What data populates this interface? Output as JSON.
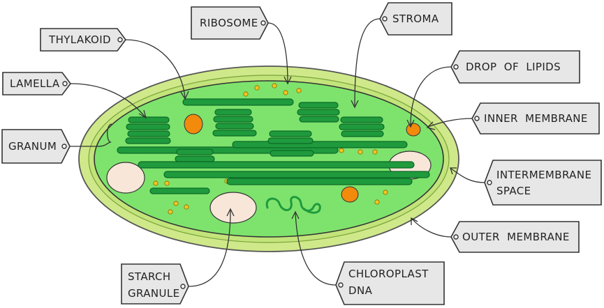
{
  "colors": {
    "outer_membrane": "#cfe98a",
    "inner_membrane": "#c7e67a",
    "stroma": "#7ee36d",
    "thylakoid": "#1f9a3d",
    "thylakoid_outline": "#0c6a26",
    "lipid_drop": "#f28a0c",
    "starch": "#f8e7d9",
    "ribosome": "#f2c522",
    "tag_fill": "#e7e7e7",
    "outline": "#333333"
  },
  "labels": {
    "ribosome": "RIBOSOME",
    "stroma": "STROMA",
    "thylakoid": "THYLAKOID",
    "lamella": "LAMELLA",
    "granum": "GRANUM",
    "drop_of_lipids": "DROP  OF  LIPIDS",
    "inner_membrane": "INNER  MEMBRANE",
    "intermembrane_line1": "INTERMEMBRANE",
    "intermembrane_line2": "SPACE",
    "outer_membrane": "OUTER  MEMBRANE",
    "starch_line1": "STARCH",
    "starch_line2": "GRANULE",
    "dna_line1": "CHLOROPLAST",
    "dna_line2": "DNA"
  }
}
